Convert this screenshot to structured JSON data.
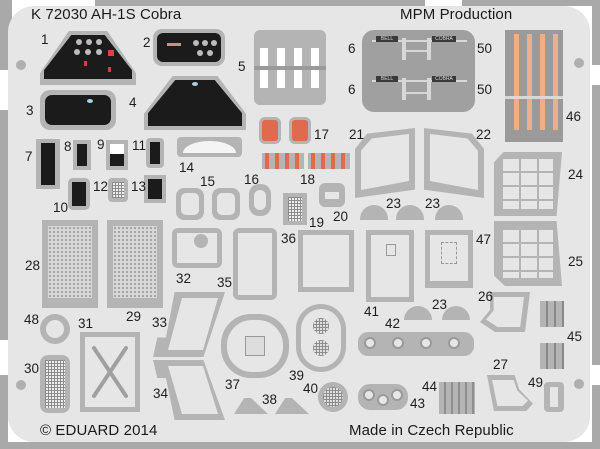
{
  "fret": {
    "header_left": "K 72030  AH-1S Cobra",
    "header_right": "MPM Production",
    "footer_left": "© EDUARD 2014",
    "footer_right": "Made in Czech Republic",
    "colors": {
      "sheet": "#e6e6e6",
      "metal": "#9a9a9a",
      "panel_black": "#1b1b1b",
      "instrument_red": "#e06a4e",
      "belt_copper": "#efae88"
    },
    "placard_text": {
      "bell": "BELL",
      "cobra": "COBRA"
    }
  },
  "parts": [
    {
      "number": "1",
      "name": "main instrument panel"
    },
    {
      "number": "2",
      "name": "rear instrument panel"
    },
    {
      "number": "3",
      "name": "front panel backing"
    },
    {
      "number": "4",
      "name": "rear panel backing"
    },
    {
      "number": "5",
      "name": "seat belt set"
    },
    {
      "number": "6",
      "name": "BELL placard",
      "count": 2
    },
    {
      "number": "7",
      "name": "side console"
    },
    {
      "number": "8",
      "name": "switch panel"
    },
    {
      "number": "9",
      "name": "indicator panel"
    },
    {
      "number": "10",
      "name": "switch panel"
    },
    {
      "number": "11",
      "name": "switch panel"
    },
    {
      "number": "12",
      "name": "keypad"
    },
    {
      "number": "13",
      "name": "display"
    },
    {
      "number": "14",
      "name": "glare shield"
    },
    {
      "number": "15",
      "name": "hatch frame",
      "count": 2
    },
    {
      "number": "16",
      "name": "ring frame"
    },
    {
      "number": "17",
      "name": "red pads",
      "count": 2
    },
    {
      "number": "18",
      "name": "warning light strips",
      "count": 2
    },
    {
      "number": "19",
      "name": "grille panel"
    },
    {
      "number": "20",
      "name": "bracket"
    },
    {
      "number": "21",
      "name": "canopy frame left"
    },
    {
      "number": "22",
      "name": "canopy frame right"
    },
    {
      "number": "23",
      "name": "arch brackets",
      "count": 5
    },
    {
      "number": "24",
      "name": "door frame upper"
    },
    {
      "number": "25",
      "name": "door frame lower"
    },
    {
      "number": "26",
      "name": "window frame"
    },
    {
      "number": "27",
      "name": "window frame"
    },
    {
      "number": "28",
      "name": "mesh panel"
    },
    {
      "number": "29",
      "name": "mesh panel"
    },
    {
      "number": "30",
      "name": "grille"
    },
    {
      "number": "31",
      "name": "access panel X"
    },
    {
      "number": "32",
      "name": "panel with gauge"
    },
    {
      "number": "33",
      "name": "canopy frame"
    },
    {
      "number": "34",
      "name": "canopy frame"
    },
    {
      "number": "35",
      "name": "riveted panel"
    },
    {
      "number": "36",
      "name": "riveted panel"
    },
    {
      "number": "37",
      "name": "oval hatch"
    },
    {
      "number": "38",
      "name": "triangular brackets",
      "count": 2
    },
    {
      "number": "39",
      "name": "hatch with grilles"
    },
    {
      "number": "40",
      "name": "round grille"
    },
    {
      "number": "41",
      "name": "riveted panel"
    },
    {
      "number": "42",
      "name": "ring strip"
    },
    {
      "number": "43",
      "name": "ring strip small"
    },
    {
      "number": "44",
      "name": "comb strip"
    },
    {
      "number": "45",
      "name": "hinges",
      "count": 2
    },
    {
      "number": "46",
      "name": "harness belts"
    },
    {
      "number": "47",
      "name": "riveted panel"
    },
    {
      "number": "48",
      "name": "round gear ring"
    },
    {
      "number": "49",
      "name": "handle"
    },
    {
      "number": "50",
      "name": "COBRA placard",
      "count": 2
    }
  ]
}
